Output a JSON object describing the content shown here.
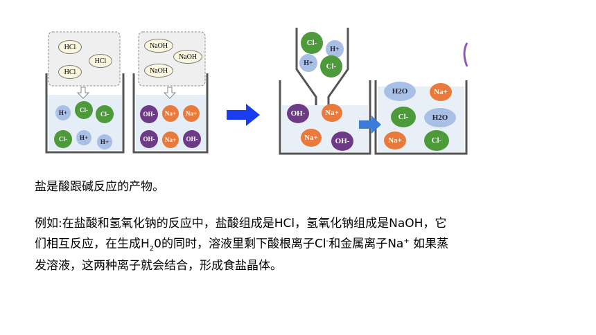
{
  "figure": {
    "left_panel": {
      "hcl_labels": [
        "HCl",
        "HCl",
        "HCl"
      ],
      "naoh_labels": [
        "NaOH",
        "NaOH",
        "NaOH"
      ],
      "acid_ions": [
        "H+",
        "Cl-",
        "Cl-",
        "Cl-",
        "H+",
        "H+"
      ],
      "base_ions": [
        "OH-",
        "Na+",
        "Na+",
        "OH-",
        "Na+",
        "OH-"
      ]
    },
    "right_panel": {
      "dropper_ions": [
        "Cl-",
        "H+",
        "H+",
        "Cl-"
      ],
      "beaker1_ions": [
        "OH-",
        "Na+",
        "Na+",
        "OH-"
      ],
      "beaker2_ions": [
        "H2O",
        "Na+",
        "Cl-",
        "H2O",
        "Na+",
        "Cl-"
      ]
    },
    "colors": {
      "green": "#4c9a3a",
      "light_blue": "#a8bfe6",
      "purple": "#6d3a86",
      "orange": "#e87a3c",
      "arrow_blue": "#1a3df0"
    }
  },
  "text": {
    "line1": "盐是酸跟碱反应的产物。",
    "para2_a": "例如:在盐酸和氢氧化钠的反应中，盐酸组成是HCl，氢氧化钠组成是NaOH，它",
    "para2_b": "们相互反应，在生成H",
    "para2_b_sub": "2",
    "para2_b_2": "0的同时，溶液里剩下酸根离子Cl",
    "para2_b_sup1": "-",
    "para2_b_3": "和金属离子Na",
    "para2_b_sup2": "+",
    "para2_b_4": " 如果蒸",
    "para2_c": "发溶液，这两种离子就会结合，形成食盐晶体。"
  }
}
